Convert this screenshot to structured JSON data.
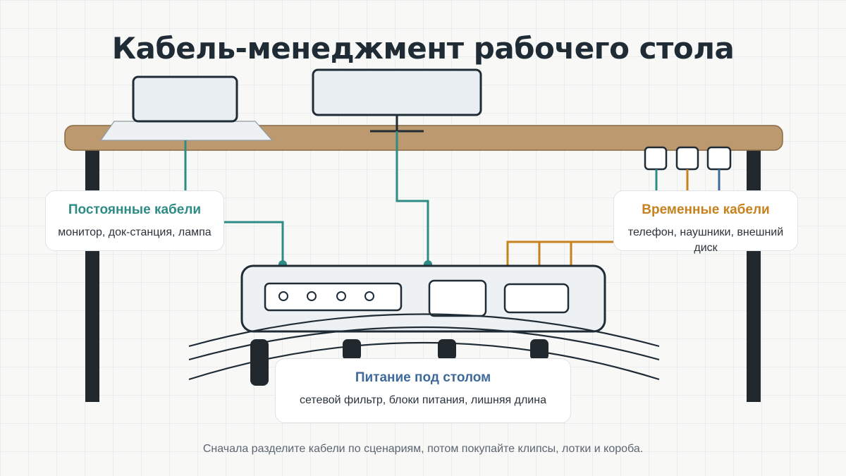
{
  "title": "Кабель-менеджмент рабочего стола",
  "cards": {
    "permanent": {
      "heading": "Постоянные кабели",
      "description": "монитор, док-станция, лампа",
      "color": "#2e8b86"
    },
    "temporary": {
      "heading": "Временные кабели",
      "description": "телефон, наушники, внешний диск",
      "color": "#c5821e"
    },
    "underdesk": {
      "heading": "Питание под столом",
      "description": "сетевой фильтр, блоки питания, лишняя длина",
      "color": "#3f6a9a"
    }
  },
  "footnote": "Сначала разделите кабели по сценариям, потом покупайте клипсы, лотки и короба.",
  "colors": {
    "desk_top": "#bd9970",
    "outline": "#1f2c36",
    "device_fill": "#e8eef1",
    "teal": "#2e8b86",
    "orange": "#c5821e",
    "blue": "#3f6a9a"
  }
}
